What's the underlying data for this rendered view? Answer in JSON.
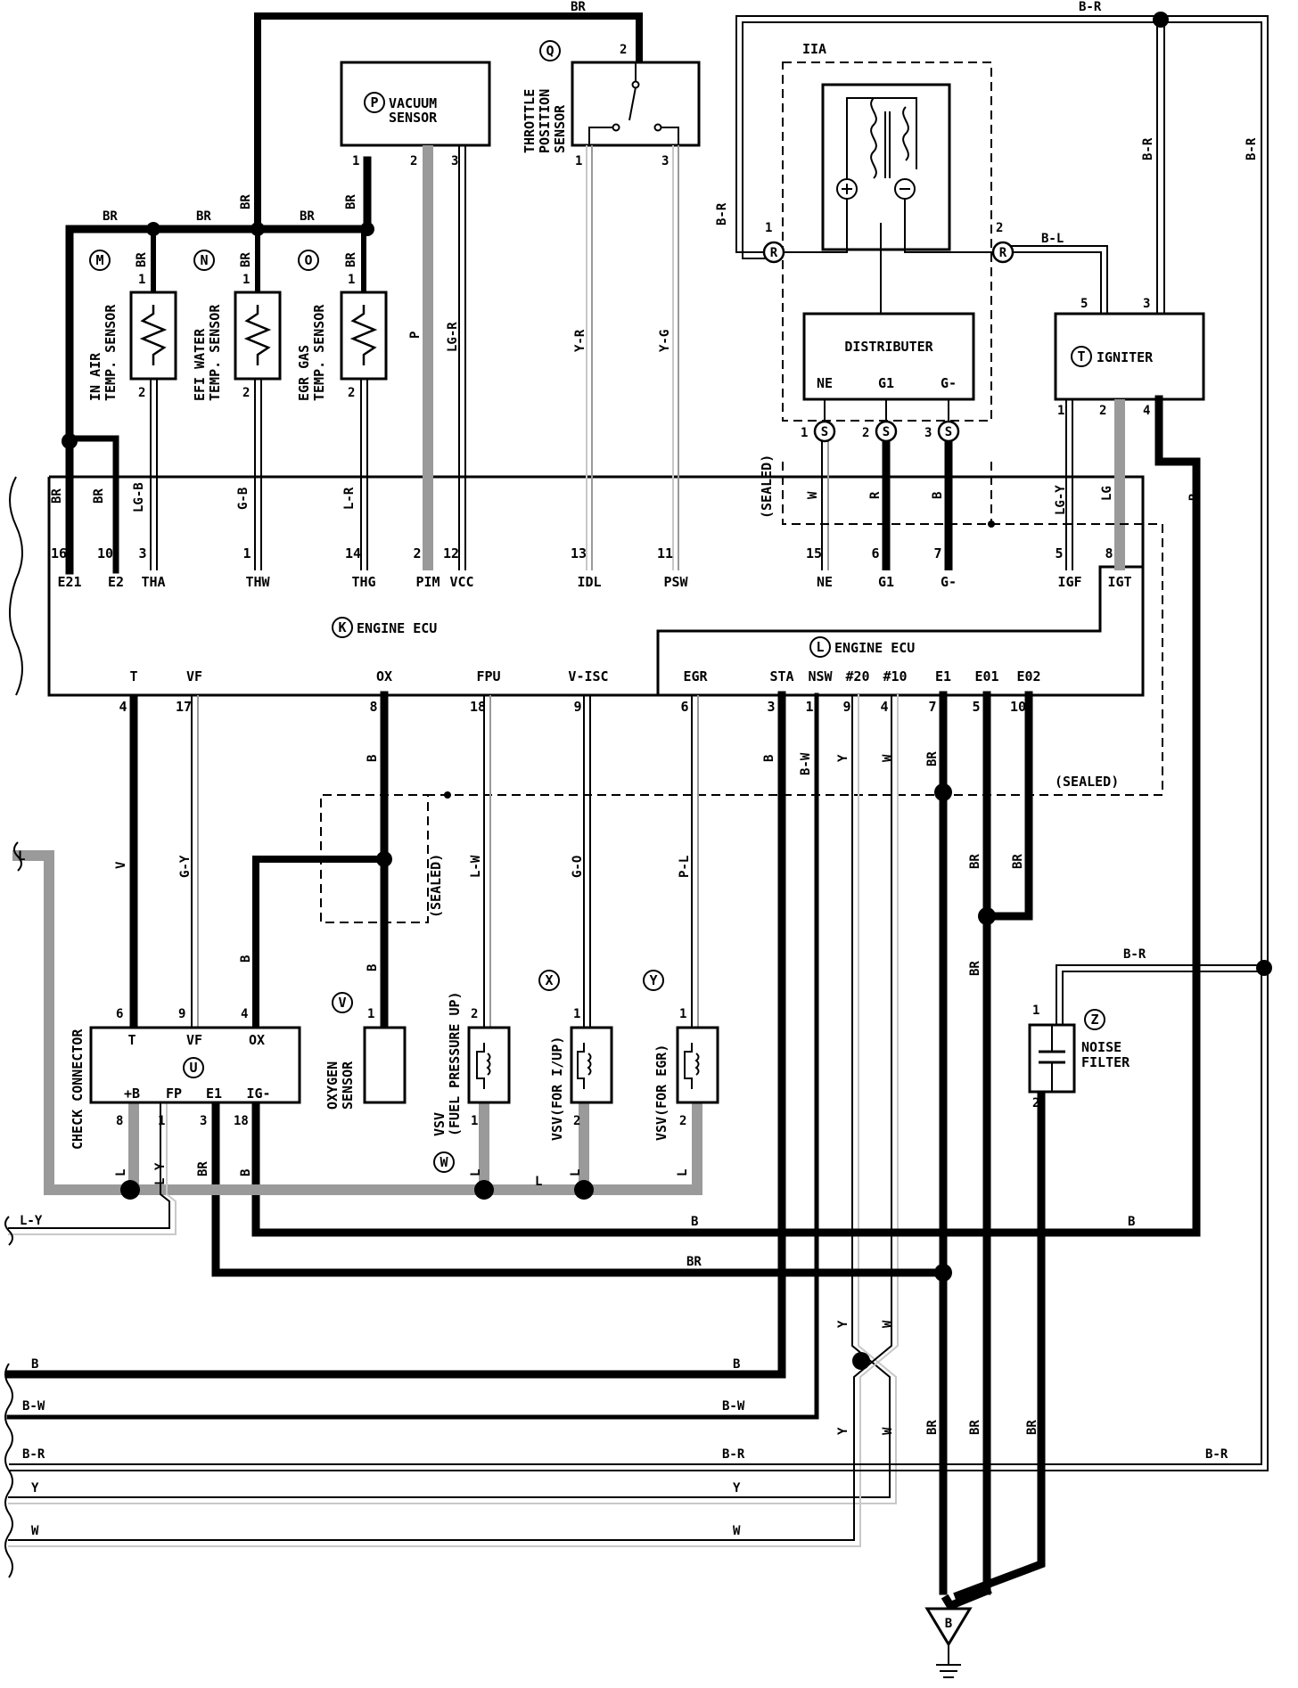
{
  "components": {
    "engine_ecu_k": {
      "code": "K",
      "label": "ENGINE ECU"
    },
    "engine_ecu_l": {
      "code": "L",
      "label": "ENGINE ECU"
    },
    "in_air_temp_sensor": {
      "code": "M",
      "label1": "IN AIR",
      "label2": "TEMP. SENSOR"
    },
    "efi_water_temp_sensor": {
      "code": "N",
      "label1": "EFI WATER",
      "label2": "TEMP. SENSOR"
    },
    "egr_gas_temp_sensor": {
      "code": "O",
      "label1": "EGR GAS",
      "label2": "TEMP. SENSOR"
    },
    "vacuum_sensor": {
      "code": "P",
      "label1": "VACUUM",
      "label2": "SENSOR"
    },
    "throttle_position_sensor": {
      "code": "Q",
      "label1": "THROTTLE",
      "label2": "POSITION",
      "label3": "SENSOR"
    },
    "iia": {
      "label": "IIA"
    },
    "distributor": {
      "label": "DISTRIBUTER",
      "pins": [
        "NE",
        "G1",
        "G-"
      ]
    },
    "igniter": {
      "code": "T",
      "label": "IGNITER"
    },
    "check_connector": {
      "code": "U",
      "label": "CHECK CONNECTOR",
      "top_pins": [
        "T",
        "VF",
        "OX"
      ],
      "bottom_pins": [
        "+B",
        "FP",
        "E1",
        "IG-"
      ]
    },
    "oxygen_sensor": {
      "code": "V",
      "label1": "OXYGEN",
      "label2": "SENSOR"
    },
    "vsv_fuel_pressure": {
      "code": "W",
      "label1": "VSV",
      "label2": "(FUEL PRESSURE UP)"
    },
    "vsv_i_up": {
      "code": "X",
      "label": "VSV(FOR I/UP)"
    },
    "vsv_egr": {
      "code": "Y",
      "label": "VSV(FOR EGR)"
    },
    "noise_filter": {
      "code": "Z",
      "label1": "NOISE",
      "label2": "FILTER"
    },
    "ground": {
      "code": "B"
    }
  },
  "ecu_k_top_pins": [
    {
      "num": "16",
      "name": "E21"
    },
    {
      "num": "10",
      "name": "E2"
    },
    {
      "num": "3",
      "name": "THA"
    },
    {
      "num": "1",
      "name": "THW"
    },
    {
      "num": "14",
      "name": "THG"
    },
    {
      "num": "2",
      "name": "PIM"
    },
    {
      "num": "12",
      "name": "VCC"
    },
    {
      "num": "13",
      "name": "IDL"
    },
    {
      "num": "11",
      "name": "PSW"
    },
    {
      "num": "15",
      "name": "NE"
    },
    {
      "num": "6",
      "name": "G1"
    },
    {
      "num": "7",
      "name": "G-"
    },
    {
      "num": "5",
      "name": "IGF"
    },
    {
      "num": "8",
      "name": "IGT"
    }
  ],
  "ecu_bottom_pins": [
    {
      "num": "4",
      "name": "T"
    },
    {
      "num": "17",
      "name": "VF"
    },
    {
      "num": "8",
      "name": "OX"
    },
    {
      "num": "18",
      "name": "FPU"
    },
    {
      "num": "9",
      "name": "V-ISC"
    },
    {
      "num": "6",
      "name": "EGR"
    },
    {
      "num": "3",
      "name": "STA"
    },
    {
      "num": "1",
      "name": "NSW"
    },
    {
      "num": "9",
      "name": "#20"
    },
    {
      "num": "4",
      "name": "#10"
    },
    {
      "num": "7",
      "name": "E1"
    },
    {
      "num": "5",
      "name": "E01"
    },
    {
      "num": "10",
      "name": "E02"
    }
  ],
  "connectors": {
    "r": "R",
    "s": "S",
    "sealed": "(SEALED)"
  },
  "wire_colors": {
    "br": "BR",
    "b": "B",
    "b_r": "B-R",
    "b_l": "B-L",
    "b_w": "B-W",
    "lg_b": "LG-B",
    "g_b": "G-B",
    "l_r": "L-R",
    "p": "P",
    "lg_r": "LG-R",
    "y_r": "Y-R",
    "y_g": "Y-G",
    "w": "W",
    "r": "R",
    "lg_y": "LG-Y",
    "lg": "LG",
    "v": "V",
    "g_y": "G-Y",
    "l_w": "L-W",
    "g_o": "G-O",
    "p_l": "P-L",
    "y": "Y",
    "l": "L",
    "l_y": "L-Y"
  },
  "pin_numbers": {
    "n1": "1",
    "n2": "2",
    "n3": "3",
    "n4": "4",
    "n5": "5",
    "n6": "6",
    "n8": "8",
    "n9": "9",
    "n18": "18"
  },
  "colors": {
    "ink": "#000000",
    "shade": "#9a9a9a",
    "light": "#c8c8c8",
    "paper": "#ffffff"
  }
}
